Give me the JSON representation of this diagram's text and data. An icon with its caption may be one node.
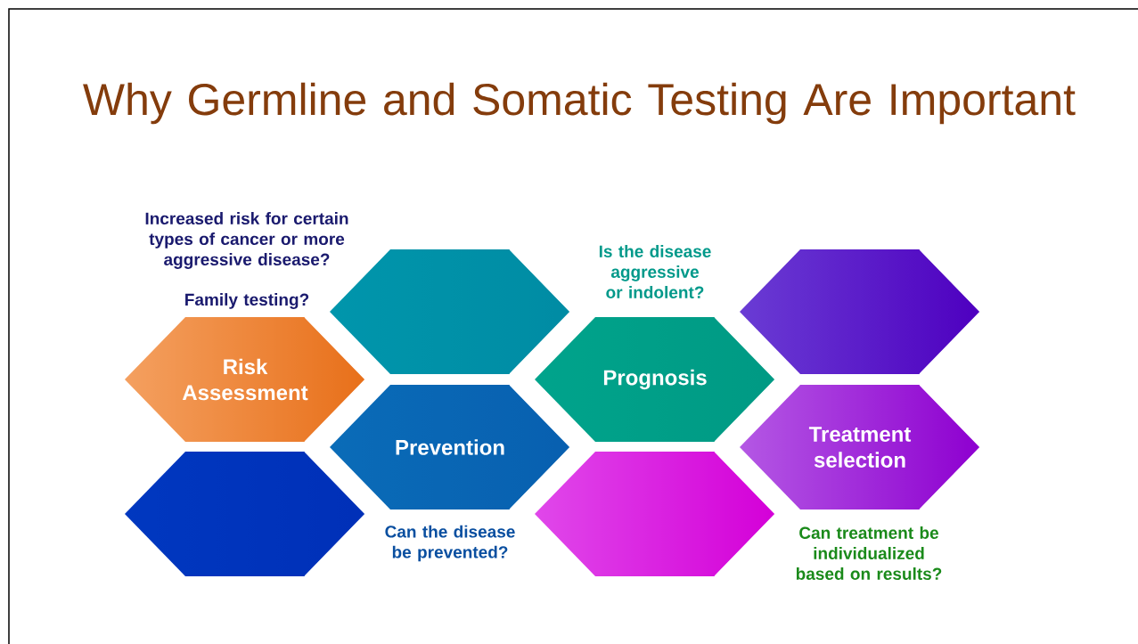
{
  "diagram": {
    "title": "Why Germline and Somatic Testing Are Important",
    "nodes": [
      {
        "text": [
          "Risk Assessment"
        ],
        "beside": [
          "Increased risk for certain types of cancer or more aggressive disease?",
          "Family testing?"
        ]
      },
      {
        "text": [],
        "shape": "hexagon"
      },
      {
        "text": [],
        "shape": "hexagon"
      },
      {
        "text": [
          "Prevention"
        ],
        "beside": [
          "Can the disease be prevented?"
        ]
      },
      {
        "text": [
          "Prognosis"
        ],
        "beside": [
          "Is the disease aggressive or indolent?"
        ]
      },
      {
        "text": [],
        "shape": "hexagon"
      },
      {
        "text": [],
        "shape": "hexagon"
      },
      {
        "text": [
          "Treatment selection"
        ],
        "beside": [
          "Can treatment be individualized based on results?"
        ]
      }
    ]
  }
}
